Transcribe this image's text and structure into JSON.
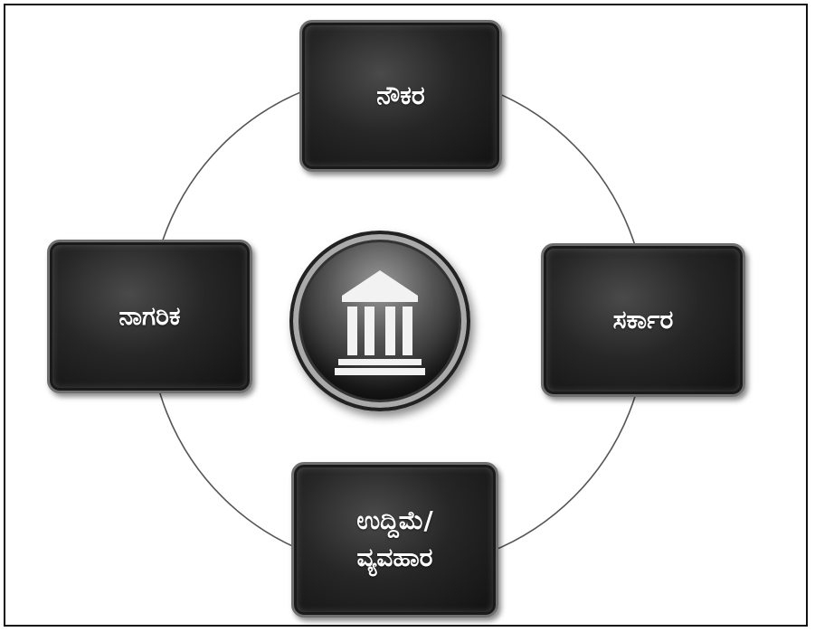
{
  "nodes": {
    "top": {
      "label": "ನೌಕರ"
    },
    "left": {
      "label": "ನಾಗರಿಕ"
    },
    "right": {
      "label": "ಸರ್ಕಾರ"
    },
    "bottom": {
      "label": "ಉದ್ದಿಮೆ/\nವ್ಯವಹಾರ"
    }
  },
  "hub": {
    "icon": "government-building-icon"
  },
  "colors": {
    "box_fill": "#262626",
    "box_border": "#6f6f6f",
    "label_text": "#ffffff",
    "connector_line": "#555555"
  }
}
